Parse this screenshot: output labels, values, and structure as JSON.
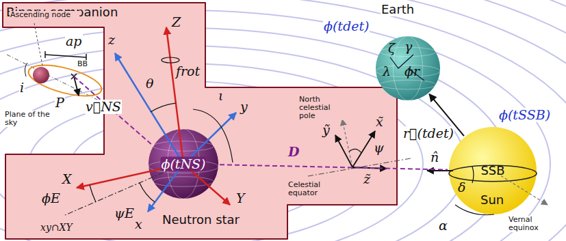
{
  "diagram": {
    "nodes": [
      {
        "text": [
          "Binary companion"
        ]
      },
      {
        "text": [
          "ϕ(tNS)",
          "Neutron star"
        ],
        "in": 0
      },
      {
        "text": [
          "Earth"
        ]
      },
      {
        "text": [
          "SSB",
          "Sun"
        ]
      }
    ],
    "edges": [
      {
        "from": 1,
        "to": 3,
        "arrow": "none",
        "label": "D"
      },
      {
        "from": 3,
        "to": 2,
        "arrow": "to",
        "label": "r⃗(tdet)"
      }
    ],
    "labels": [
      "Ascending node",
      "ap",
      "BB",
      "i",
      "v⃗NS",
      "Plane of the sky",
      "P",
      "z",
      "Z",
      "θ",
      "frot",
      "ι",
      "y",
      "X",
      "ϕE",
      "ψE",
      "x",
      "xy∩XY",
      "Y",
      "North celestial pole",
      "ỹ",
      "x̃",
      "ψ",
      "z̃",
      "Celestial equator",
      "ϕ(tdet)",
      "ζ",
      "γ",
      "λ",
      "ϕr",
      "ϕ(tSSB)",
      "n̂",
      "δ",
      "α",
      "Vernal equinox"
    ]
  }
}
